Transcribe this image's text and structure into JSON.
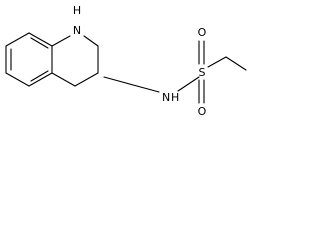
{
  "molecule": {
    "atom_labels": {
      "ring_nh": "H",
      "ring_n": "N",
      "amide_n": "N",
      "amide_h": "H",
      "sulfur": "S",
      "oxygen_top": "O",
      "oxygen_bottom": "O"
    }
  }
}
